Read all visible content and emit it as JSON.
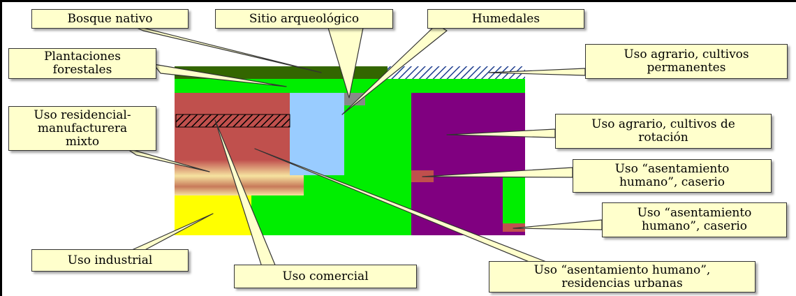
{
  "labels": {
    "bosque_nativo": "Bosque nativo",
    "sitio_arqueologico": "Sitio arqueológico",
    "humedales": "Humedales",
    "plantaciones_forestales": "Plantaciones\nforestales",
    "uso_agrario_permanentes": "Uso agrario, cultivos\npermanentes",
    "uso_residencial_manufacturera": "Uso residencial-\nmanufacturera\nmixto",
    "uso_agrario_rotacion": "Uso agrario, cultivos de\nrotación",
    "asentamiento_caserio_1": "Uso “asentamiento\nhumano”, caserio",
    "asentamiento_caserio_2": "Uso “asentamiento\nhumano”, caserio",
    "uso_industrial": "Uso industrial",
    "uso_comercial": "Uso comercial",
    "asentamiento_urbanas": "Uso “asentamiento humano”,\nresidencias urbanas"
  },
  "colors": {
    "bosque_nativo": "#336600",
    "plantaciones": "#00ee00",
    "residencial": "#c0504d",
    "humedales": "#99ccff",
    "agrario_rotacion": "#800080",
    "industrial": "#ffff00",
    "sitio_arqueologico": "#888888",
    "callout_fill": "#ffffcc"
  }
}
